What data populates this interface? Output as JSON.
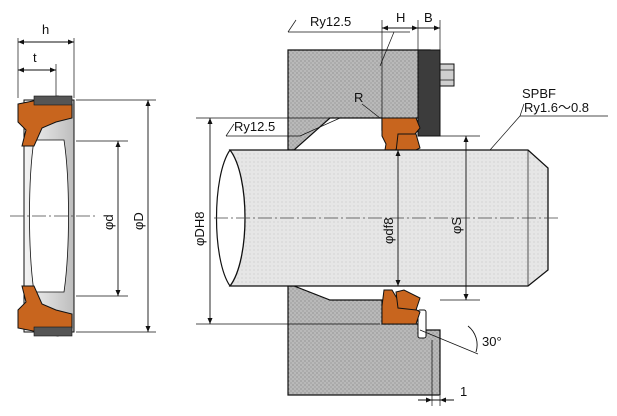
{
  "labels": {
    "h": "h",
    "t": "t",
    "d": "φd",
    "D": "φD",
    "ry_top": "Ry12.5",
    "ry_mid": "Ry12.5",
    "H": "H",
    "B": "B",
    "R": "R",
    "spbf": "SPBF",
    "ry_fine": "Ry1.6～0.8",
    "dh8": "φDH8",
    "df8": "φdf8",
    "S": "φS",
    "angle": "30°",
    "gap": "1"
  },
  "colors": {
    "seal": "#c8651e",
    "housing": "#b4b4b4",
    "retainer": "#3c3c3c",
    "shaft": "#e2e2e2",
    "line": "#111111"
  }
}
